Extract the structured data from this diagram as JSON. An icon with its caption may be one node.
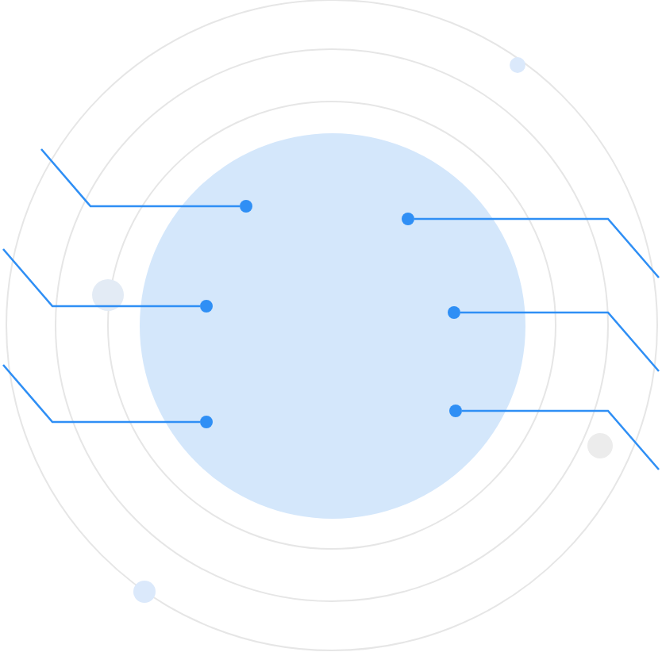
{
  "diagram": {
    "nodes": [
      {
        "text": [],
        "shape": "circle"
      },
      {
        "text": [],
        "shape": "circle",
        "in": 0
      },
      {
        "text": [],
        "shape": "circle",
        "in": 0
      },
      {
        "text": [],
        "shape": "circle",
        "in": 0
      },
      {
        "text": [],
        "shape": "circle",
        "in": 0
      },
      {
        "text": [],
        "shape": "circle",
        "in": 0
      },
      {
        "text": [],
        "shape": "circle",
        "in": 0
      }
    ],
    "edges": [
      {
        "from": null,
        "to": 1,
        "arrow": "none"
      },
      {
        "from": null,
        "to": 2,
        "arrow": "none"
      },
      {
        "from": null,
        "to": 3,
        "arrow": "none"
      },
      {
        "from": null,
        "to": 4,
        "arrow": "none"
      },
      {
        "from": null,
        "to": 5,
        "arrow": "none"
      },
      {
        "from": null,
        "to": 6,
        "arrow": "none"
      }
    ]
  }
}
